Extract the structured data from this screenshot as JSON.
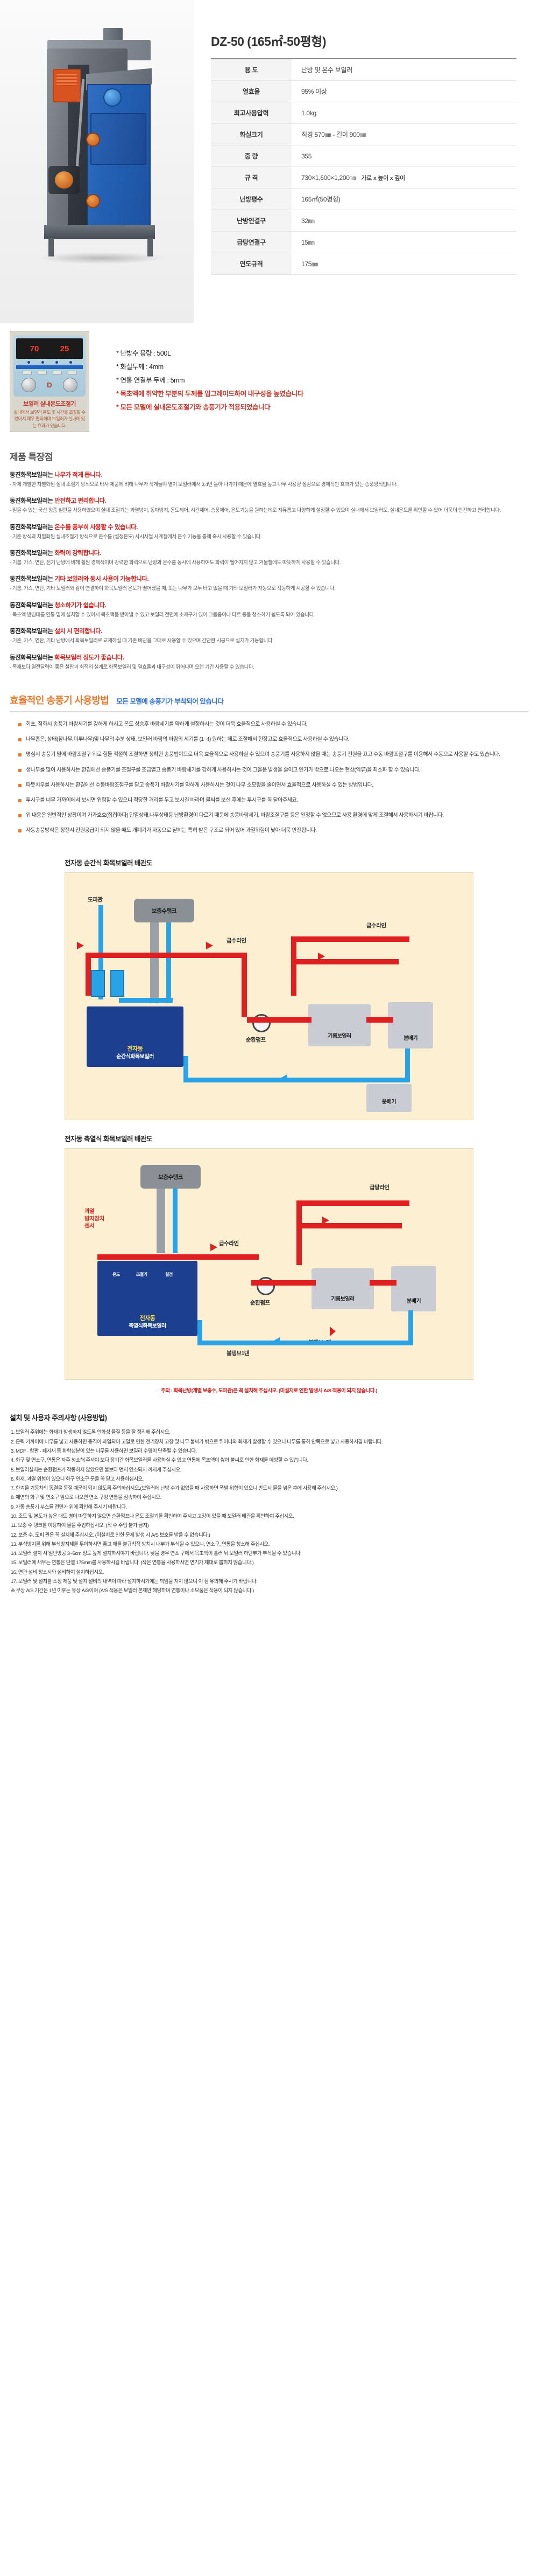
{
  "product": {
    "model_title": "DZ-50 (165㎡-50평형)",
    "model_name": "DZ-50",
    "area_note": "(165㎡-50평형)",
    "spec_rows": [
      {
        "label": "용 도",
        "value": "난방 및 온수 보일러",
        "note": ""
      },
      {
        "label": "열효율",
        "value": "95% 이상",
        "note": ""
      },
      {
        "label": "최고사용압력",
        "value": "1.0kg",
        "note": ""
      },
      {
        "label": "화실크기",
        "value": "직경 570㎜ - 길이 900㎜",
        "note": ""
      },
      {
        "label": "중 량",
        "value": "355",
        "note": ""
      },
      {
        "label": "규 격",
        "value": "730×1,600×1,200㎜",
        "note": "가로 x 높이 x 깊이"
      },
      {
        "label": "난방평수",
        "value": "165㎡(50평형)",
        "note": ""
      },
      {
        "label": "난방연결구",
        "value": "32㎜",
        "note": ""
      },
      {
        "label": "급탕연결구",
        "value": "15㎜",
        "note": ""
      },
      {
        "label": "연도규격",
        "value": "175㎜",
        "note": ""
      }
    ]
  },
  "bullets": [
    {
      "text": "* 난방수 용량 : 500L",
      "red": false
    },
    {
      "text": "* 화실두께 : 4mm",
      "red": false
    },
    {
      "text": "* 연통 연결부 두께 : 5mm",
      "red": false
    },
    {
      "text": "* 목초액에 취약한 부분의 두께를 업그레이드하여 내구성을 높였습니다",
      "red": true
    },
    {
      "text": "* 모든 모델에 실내온도조절기와 송풍기가 적용되었습니다",
      "red": true
    }
  ],
  "thermostat": {
    "display_left": "70",
    "display_right": "25",
    "brand_mark": "D",
    "caption_title": "보일러 실내온도조절기",
    "caption_body": "실내에서 보일러 온도 및 시간을 조절할 수 있어서 매우 편리하며 보일러가 실내에 있는 효과가 있습니다."
  },
  "features_section": {
    "title": "제품 특장점",
    "items": [
      {
        "head_prefix": "동진화목보일러는 ",
        "head_accent": "나무가 적게 듭니다.",
        "body": "- 자체 개발한 차별화된 실내 조절기 방식으로 타사 제품에 비해 나무가 적게들며 열이 보일러에서 3,4번 돌아 나가기 때문에 열효율 높고 나무 사용량 절감으로 경제적인 효과가 있는 송풍방식입니다."
      },
      {
        "head_prefix": "동진화목보일러는 ",
        "head_accent": "안전하고 편리합니다.",
        "body": "- 믿을 수 있는 국산 정품 철판을 사용하였으며 실내 조절기는 과열방지, 동파방지, 온도제어, 시간제어, 송풍제어, 온도기능을 원하는데로 자유롭고 다양하게 설정할 수 있으며 실내에서 보일러도, 실내온도를 확인할 수 있어 더욱더 안전하고 편리합니다."
      },
      {
        "head_prefix": "동진화목보일러는 ",
        "head_accent": "온수를 풍부히 사용할 수 있습니다.",
        "body": "- 기존 방식과 차별화된 실내조절기 방식으로 온수를 (설정온도) 사시사철 사계절에서 온수 기능을 통해 즉시 사용할 수 있습니다."
      },
      {
        "head_prefix": "동진화목보일러는 ",
        "head_accent": "화력이 강력합니다.",
        "body": "- 기름, 가스, 연탄, 전기 난방에 비해 훨씬 경제적이며 강력한 화력으로 난방과 온수를 동시에 사용하여도 화력이 떨어지지 않고 겨울철에도 따뜻하게 사용할 수 있습니다."
      },
      {
        "head_prefix": "동진화목보일러는 ",
        "head_accent": "기타 보일러와 동시 사용이 가능합니다.",
        "body": "- 기름, 가스, 연탄, 기타 보일러와 같이 연결하여 화목보일러 온도가 떨어졌을 때, 또는 나무가 모두 타고 없을 때 기타 보일러가 자동으로 작동하게 시공할 수 있습니다."
      },
      {
        "head_prefix": "동진화목보일러는 ",
        "head_accent": "청소하기가 쉽습니다.",
        "body": "- 목초액 받침대를 연통 밑에 설치할 수 있어서 목초액을 받아낼 수 있고 보일러 전면에 소재구가 있어 그을음이나 타르 등을 청소하기 쉽도록 되어 있습니다."
      },
      {
        "head_prefix": "동진화목보일러는 ",
        "head_accent": "설치 시 편리합니다.",
        "body": "- 기존, 가스, 연탄, 기타 난방에서 화목보일러로 교체하실 때 기존 배관을 그대로 사용할 수 있으며 간단한 시공으로 설치가 가능합니다."
      },
      {
        "head_prefix": "동진화목보일러는 ",
        "head_accent": "화목보일러 정도가 좋습니다.",
        "body": "- 목재보다 열전달력이 좋은 철판과 최적의 설계로 화목보일러 및 열효율과 내구성이 뛰어나며 오랜 기간 사용할 수 있습니다."
      }
    ]
  },
  "blower_section": {
    "title": "효율적인 송풍기 사용방법",
    "subtitle": "모든 모델에 송풍기가 부착되어 있습니다",
    "items": [
      "회초, 점화시 송풍기 바람세기를 강하게 하시고 온도 상승후 바람세기를 약하게 설정하시는 것이 더욱 효율적으로 사용하실 수 있습니다.",
      "나무홉은, 상태(참나무,미루나무)및 나무의 수분 상태, 보일러 바람의 바람의 세기를 (1~4) 원하는 데로 조절해서 현장고로 효율적으로 사용하실 수 있습니다.",
      "명심시 송풍기 밀에 바람조절구 위로 힘들 적절히 조절하면 정확한 송풍법이므로 더욱 효율적으로 사용하실 수 있으며 송풍기를 사용하지 않을 때는 송풍기 전원을 끄고 수동 바람조절구를 이용해서 수동으로 사용할 수도 있습니다.",
      "생나무를 많이 사용하시는 환경에선 송풍기를 조절구를 조금열고 송풍기 바람세기를 강하게 사용하시는 것이 그을음 발생을 줄이고 연기가 밖으로 나오는 현상(역류)을 최소화 할 수 있습니다.",
      "따뜻치우를 사용하시는 환경에선 수동바람조절구를 닫고 송풍기 바람세기를 약하게 사용하시는 것이 나무 소모량을 줄이면서 효율적으로 사용하실 수 있는 방법입니다.",
      "투시구를 너무 가까이에서 보시면 위험할 수 있으니 적당한 거리를 두고 보시길 바라며 불씨를 보신 후에는 투시구를 꼭 닫아주세요.",
      "위 내용은 일반적인 상황이며 가가호호(집집마다) 단열상태,나무상태등 난방환경이 다르기 때문에 송풍바람세기, 바람조절구를 등은 일정할 수 없으므로 사용 환경에 맞게 조절해서 사용하시기 바랍니다.",
      "자동송풍방식은 정전시 전원공급이 되지 않을 때도 개폐기가 자동으로 닫히는 특허 받은 구조로 되어 있어 과열위험이 낮아 더욱 안전합니다."
    ]
  },
  "diagram1": {
    "title": "전자동 순간식 화목보일러 배관도",
    "labels": {
      "escape_pipe": "도피관",
      "supply_tank": "보충수탱크",
      "feed_line_right": "급수라인",
      "feed_line_mid": "급수라인",
      "circulation_pump": "순환펌프",
      "oil_boiler": "기름보일러",
      "distributor_right": "분배기",
      "distributor_bottom": "분배기",
      "boiler_l1": "전자동",
      "boiler_l2": "순간식화목보일러"
    }
  },
  "diagram2": {
    "title": "전자동 축열식 화목보일러 배관도",
    "labels": {
      "supply_tank": "보충수탱크",
      "feed_line_right": "급탕라인",
      "feed_line_mid": "급수라인",
      "overheat_sensor": "과열\n방지장치\n센서",
      "circulation_pump": "순환펌프",
      "oil_boiler": "기름보일러",
      "distributor_right": "분배기",
      "distributor_bottom": "볼탱브1댄",
      "three_way": "볼탱브1댄",
      "boiler_l1": "전자동",
      "boiler_l2": "축열식화목보일러",
      "ctrl1": "온도",
      "ctrl2": "조절기",
      "ctrl3": "설정"
    },
    "note": "주의 : 화목난방(개별 보충수, 도피관)은 꼭 설치해 주십시오. (미설치로 인한 발생시 A/S 적용이 되지 않습니다.)"
  },
  "cautions": {
    "title": "설치 및 사용자 주의사항 (사용방법)",
    "items": [
      "1. 보일러 주위에는 화재가 발생하지 않도록 인화성 물질 등을 잘 정리해 주십시오.",
      "2. 온력 기까이에 나무를 넣고 사용하면 충격이 과열되어 고열로 인한 전기장치 고장 및 나무 불씨가 밖으로 튀어나와 화재가 발생할 수 있으니 나무를 통하 안쪽으로 넣고 사용하시길 바랍니다.",
      "3. MDF · 합판 · 페지재 등 화학성분이 있는 나무를 사용하면 보일러 수명이 단축될 수 있습니다.",
      "4. 화구 및 연소구, 연통은 자주 청소해 주셔야 보다 장기간 화목보일러를 사용하실 수 있고 연통에 목초액이 쌓여 불씨로 인한 화재를 예방할 수 있습니다.",
      "5. 보일러설치는 순환펌프가 작동하지 않았으면 불보다 먼저 연소되지 꺼지게 주십시오.",
      "6. 화재, 과열 위험이 있으니 화구 연소구 문을 꼭 닫고 사용하십시오.",
      "7. 한겨울 기동차의 동결을 동절 때문이 되지 않도록 주의하십시오.(보일러에 난방 수가 없었을 때 사용하면 폭발 위험이 있으니 반드시 물을 넣은 후에 사용해 주십시오.)",
      "8. 애연의 화구 및 연소구 앞으로 나오면 연소 구멍 연통을 점속하여 주십시오.",
      "9. 자동 송풍기 부스를 전면가 위에 확인해 주시기 바랍니다.",
      "10. 조도 및 본도가 높은 대도 병이 따뜻하지 않으면 순환펌프나 온도 조절기를 확인하여 주시고 고장이 있을 때 보일러 배관을 확인하여 주십시오.",
      "11. 보충 수 탱크를 이용하여 물을 주입하십시오. (직 수 주입 불가 금지)",
      "12. 보충 수, 도피 관은 꼭 설치해 주십시오. (미설치로 인한 문제 발생 시 A/S 보호를 받을 수 없습니다.)",
      "13. 부식방지를 위해 부식방지제를 투여하시면 좋고 매를 불규칙적 방치시 내부가 부식될 수 있으니, 연소구, 연통을 청소해 주십시오.",
      "14. 보일러 설치 시 일반방공 3~5cm 정도 높게 설치하셔야기 바랍니다. 낮을 경우 연소 구에서 목초액이 흘러 뒤 보일러 하단부가 부식될 수 있습니다.",
      "15. 보일러에 새우는 연통은 단열 175mm를 사용하시길 바랍니다. (작은 연통을 사용하시면 연기가 제대로 뽑히지 않습니다.)",
      "16. 연관 설비 청소시와 설비하여 설치하십시오.",
      "17. 보일러 및 설치를 소정 제품 및 설치 설비의 내역이 따라 설치하시기에는 책임을 지지 않으니 이 점 유의해 주시기 바랍니다.",
      "※ 무상 A/S 기간은 1년 이후는 유상 A/S이며 (A/S 적용은 보일러 본체만 해당하며 연통이나 소모품은 적용이 되지 않습니다.)"
    ]
  }
}
